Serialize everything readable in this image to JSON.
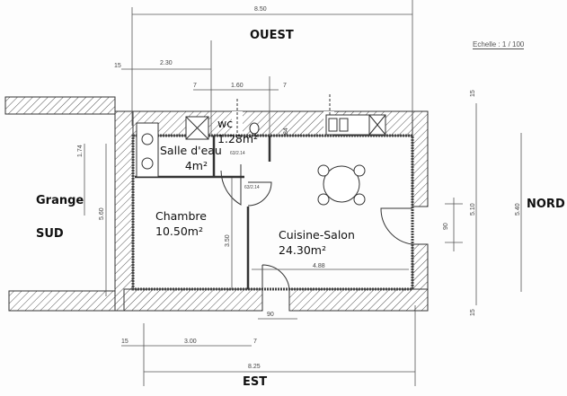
{
  "orientation": {
    "west": "OUEST",
    "east": "EST",
    "north": "NORD",
    "south": "SUD"
  },
  "scale": "Echelle : 1 / 100",
  "outside": {
    "grange": "Grange"
  },
  "rooms": [
    {
      "name": "Salle d'eau",
      "area": "4m²"
    },
    {
      "name": "wc",
      "area": "1.28m²"
    },
    {
      "name": "Chambre",
      "area": "10.50m²"
    },
    {
      "name": "Cuisine-Salon",
      "area": "24.30m²"
    }
  ],
  "dimensions": {
    "top_total": "8.50",
    "top_left_offset": "15",
    "top_salle": "2.30",
    "wc_left": "7",
    "wc_width": "1.60",
    "wc_right": "7",
    "right_top": "15",
    "right_inner": "5.10",
    "right_total": "5.40",
    "right_bottom": "15",
    "right_door": "90",
    "left_total": "5.60",
    "left_salle": "1.74",
    "chambre_height": "3.50",
    "wc_depth": "84",
    "cuisine_width": "4.88",
    "door_wc": "63/2.14",
    "door_chambre": "63/2.14",
    "bottom_offset": "15",
    "bottom_chambre": "3.00",
    "bottom_wall": "7",
    "bottom_door": "90",
    "bottom_total": "8.25"
  }
}
